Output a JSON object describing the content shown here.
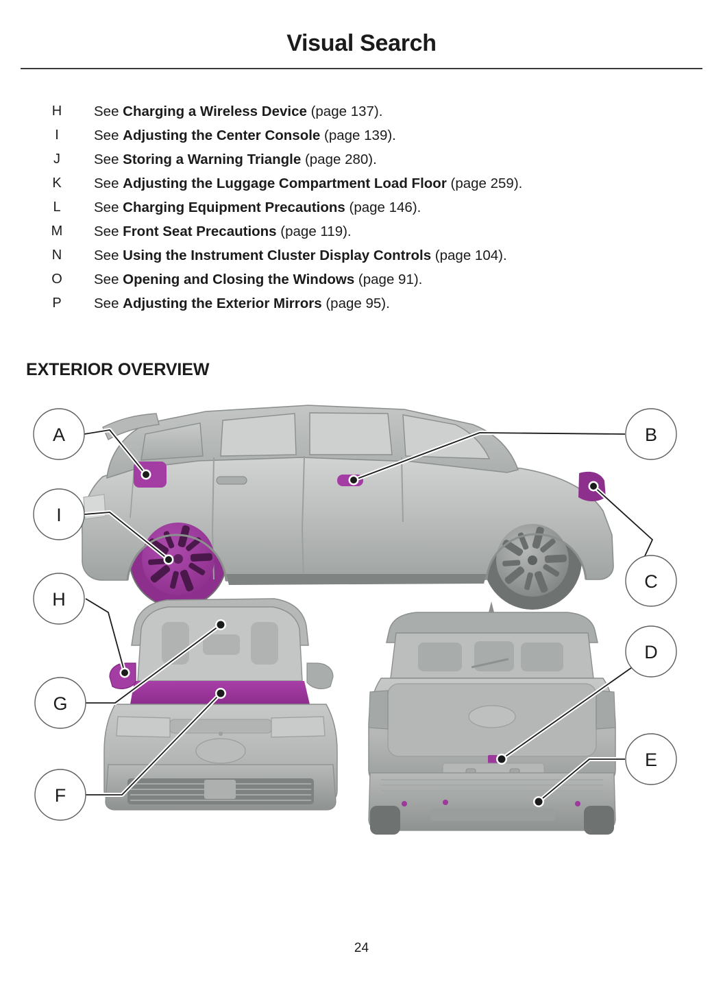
{
  "header": {
    "title": "Visual Search"
  },
  "legend": {
    "items": [
      {
        "letter": "H",
        "lead": "See ",
        "topic": "Charging a Wireless Device",
        "ref": " (page 137)."
      },
      {
        "letter": "I",
        "lead": "See ",
        "topic": "Adjusting the Center Console",
        "ref": " (page 139)."
      },
      {
        "letter": "J",
        "lead": "See ",
        "topic": "Storing a Warning Triangle",
        "ref": " (page 280)."
      },
      {
        "letter": "K",
        "lead": "See ",
        "topic": "Adjusting the Luggage Compartment Load Floor",
        "ref": " (page 259)."
      },
      {
        "letter": "L",
        "lead": "See ",
        "topic": "Charging Equipment Precautions",
        "ref": " (page 146)."
      },
      {
        "letter": "M",
        "lead": "See ",
        "topic": "Front Seat Precautions",
        "ref": " (page 119)."
      },
      {
        "letter": "N",
        "lead": "See ",
        "topic": "Using the Instrument Cluster Display Controls",
        "ref": " (page 104)."
      },
      {
        "letter": "O",
        "lead": "See ",
        "topic": "Opening and Closing the Windows",
        "ref": " (page 91)."
      },
      {
        "letter": "P",
        "lead": "See ",
        "topic": "Adjusting the Exterior Mirrors",
        "ref": " (page 95)."
      }
    ]
  },
  "section": {
    "heading": "EXTERIOR OVERVIEW"
  },
  "diagram": {
    "views": [
      {
        "name": "side-view",
        "description": "Vehicle side view, facing right"
      },
      {
        "name": "front-view",
        "description": "Vehicle front view"
      },
      {
        "name": "rear-view",
        "description": "Vehicle rear view"
      }
    ],
    "callouts": [
      {
        "id": "A",
        "label": "A",
        "view": "side-view",
        "target": "rear-charge-port"
      },
      {
        "id": "B",
        "label": "B",
        "view": "side-view",
        "target": "door-handle"
      },
      {
        "id": "C",
        "label": "C",
        "view": "side-view",
        "target": "front-charge-port"
      },
      {
        "id": "D",
        "label": "D",
        "view": "rear-view",
        "target": "liftgate-release"
      },
      {
        "id": "E",
        "label": "E",
        "view": "rear-view",
        "target": "rear-parking-sensors"
      },
      {
        "id": "F",
        "label": "F",
        "view": "front-view",
        "target": "hood"
      },
      {
        "id": "G",
        "label": "G",
        "view": "front-view",
        "target": "windshield-camera"
      },
      {
        "id": "H",
        "label": "H",
        "view": "front-view",
        "target": "exterior-mirror"
      },
      {
        "id": "I",
        "label": "I",
        "view": "side-view",
        "target": "wheel"
      }
    ],
    "colors": {
      "highlight": "#9c3a9c",
      "highlight_light": "#a84aa8",
      "body_light": "#c9cbc9",
      "body_mid": "#adb0ae",
      "body_dark": "#8e918f",
      "glass": "#b9bcbb",
      "outline": "#1b1b1b"
    }
  },
  "footer": {
    "page_number": "24"
  }
}
